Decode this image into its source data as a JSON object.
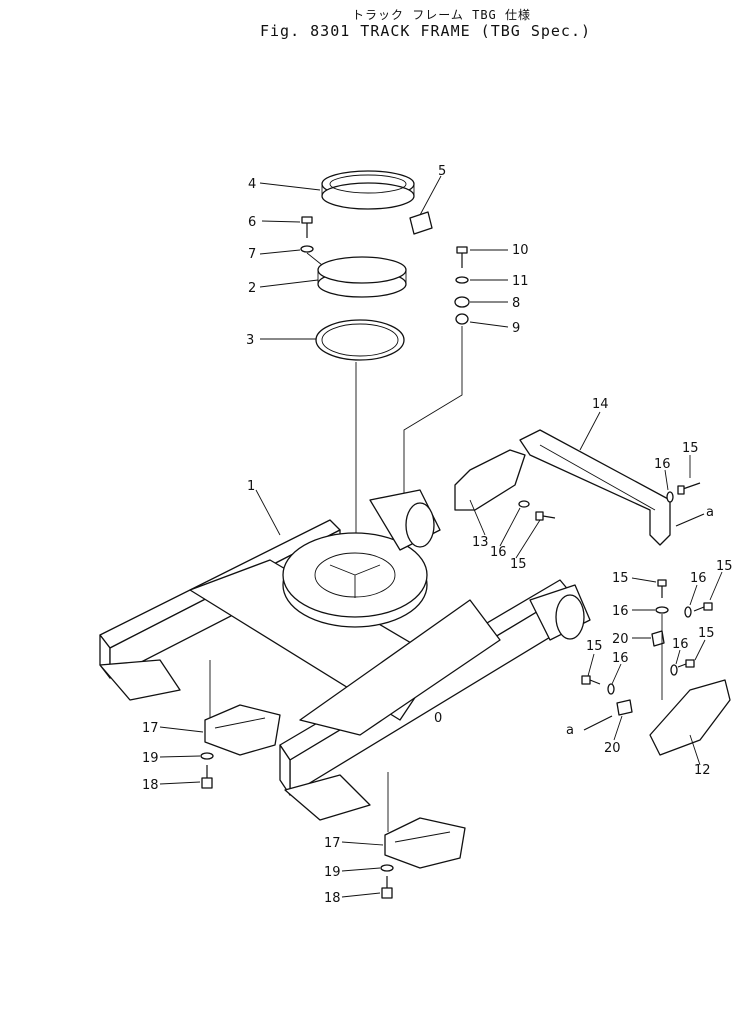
{
  "header": {
    "subtitle_jp": "トラック フレーム   TBG 仕様",
    "title": "Fig. 8301   TRACK FRAME (TBG Spec.)"
  },
  "callouts": [
    "1",
    "2",
    "3",
    "4",
    "5",
    "6",
    "7",
    "8",
    "9",
    "10",
    "11",
    "12",
    "13",
    "14",
    "15",
    "16",
    "17",
    "18",
    "19",
    "20",
    "a"
  ]
}
